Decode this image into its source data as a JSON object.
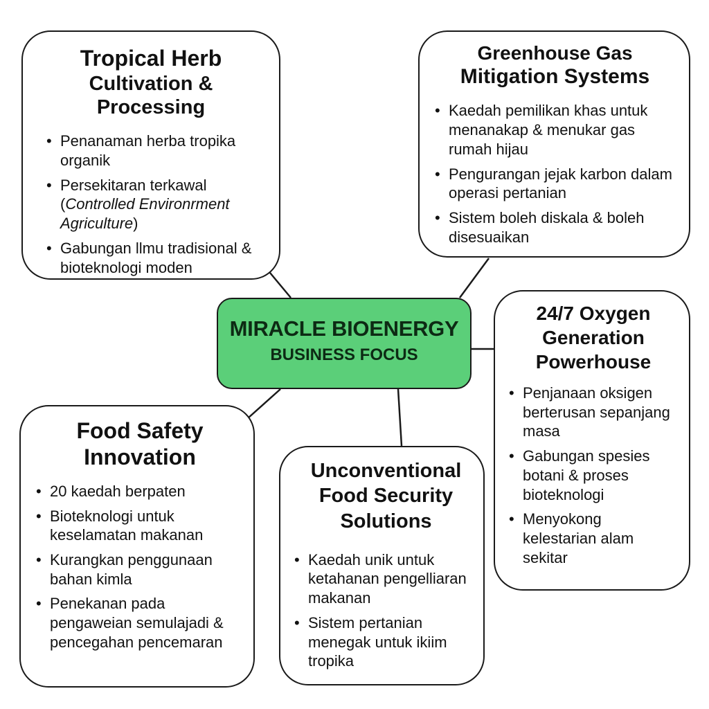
{
  "center": {
    "title": "MIRACLE BIOENERGY",
    "subtitle": "BUSINESS FOCUS",
    "color": "#5bcf79"
  },
  "nodes": {
    "herb": {
      "title_line1": "Tropical Herb",
      "title_line2": "Cultivation & Processing",
      "bullets": [
        "Penanaman herba tropika organik",
        "Persekitaran terkawal (",
        "Gabungan llmu tradisional & bioteknologi moden"
      ],
      "bullet2_english": "Controlled Environrment Agriculture",
      "bullet2_close": ")"
    },
    "ghg": {
      "title_line1": "Greenhouse Gas",
      "title_line2": "Mitigation Systems",
      "bullets": [
        "Kaedah pemilikan khas untuk menanakap & menukar gas rumah hijau",
        "Pengurangan jejak karbon dalam operasi pertanian",
        "Sistem boleh diskala & boleh disesuaikan"
      ]
    },
    "oxygen": {
      "title_line1": "24/7 Oxygen",
      "title_line2": "Generation",
      "title_line3": "Powerhouse",
      "bullets": [
        "Penjanaan oksigen berterusan sepanjang masa",
        "Gabungan spesies botani & proses bioteknologi",
        "Menyokong kelestarian alam sekitar"
      ]
    },
    "food_safety": {
      "title_line1": "Food Safety",
      "title_line2": "Innovation",
      "bullets": [
        "20 kaedah berpaten",
        "Bioteknologi untuk keselamatan makanan",
        "Kurangkan penggunaan bahan kimla",
        "Penekanan pada pengaweian semulajadi & pencegahan pencemaran"
      ]
    },
    "food_security": {
      "title_line1": "Unconventional",
      "title_line2": "Food Security",
      "title_line3": "Solutions",
      "bullets": [
        "Kaedah unik untuk ketahanan pengelliaran makanan",
        "Sistem pertanian menegak untuk ikiim tropika"
      ]
    }
  }
}
